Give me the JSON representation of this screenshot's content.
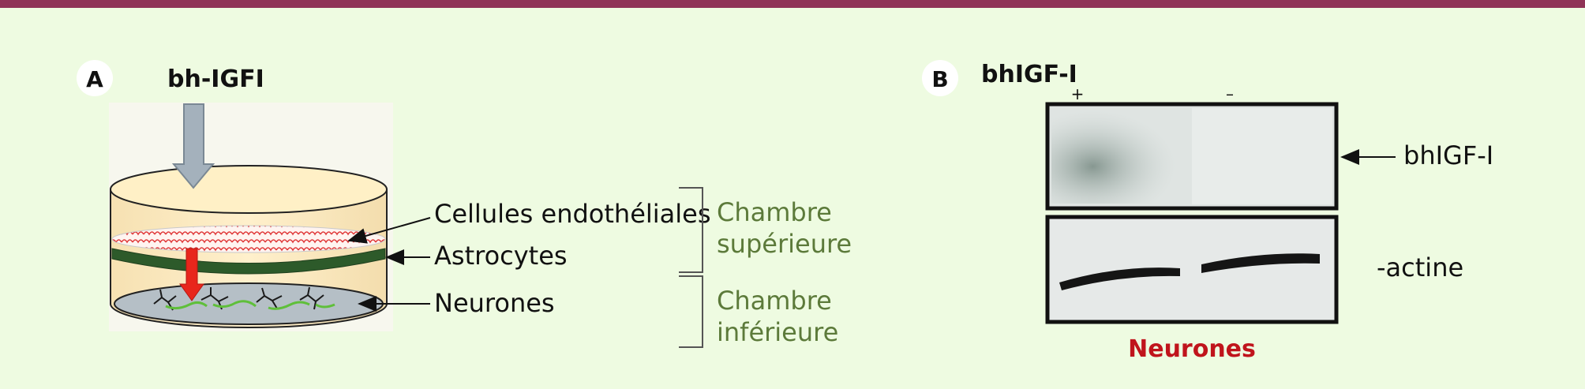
{
  "colors": {
    "background": "#eefbe1",
    "top_bar": "#8f3357",
    "chamber_label": "#5c7a3a",
    "neurones_label": "#c0141c"
  },
  "panel_a": {
    "letter": "A",
    "treatment": "bh-IGFI",
    "labels": {
      "endothelial": "Cellules endothéliales",
      "astrocytes": "Astrocytes",
      "neurones": "Neurones"
    },
    "chambers": {
      "upper_line1": "Chambre",
      "upper_line2": "supérieure",
      "lower_line1": "Chambre",
      "lower_line2": "inférieure"
    }
  },
  "panel_b": {
    "letter": "B",
    "treatment": "bhIGF-I",
    "lanes": [
      "+",
      "–"
    ],
    "band_labels": {
      "top": "bhIGF-I",
      "bottom": "-actine"
    },
    "sample": "Neurones"
  }
}
